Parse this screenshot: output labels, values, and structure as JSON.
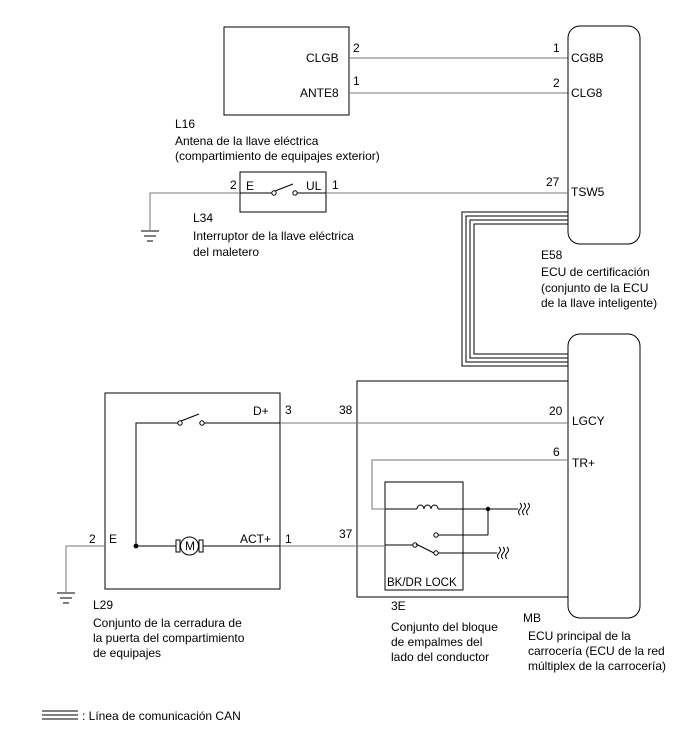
{
  "components": {
    "l16": {
      "code": "L16",
      "name_lines": [
        "Antena de la llave eléctrica",
        "(compartimiento de equipajes exterior)"
      ],
      "pins": [
        {
          "label": "CLGB",
          "num": "2"
        },
        {
          "label": "ANTE8",
          "num": "1"
        }
      ]
    },
    "l34": {
      "code": "L34",
      "name_lines": [
        "Interruptor de la llave eléctrica",
        "del maletero"
      ],
      "pin_left": {
        "label": "E",
        "num": "2"
      },
      "pin_right": {
        "label": "UL",
        "num": "1"
      }
    },
    "e58": {
      "code": "E58",
      "name_lines": [
        "ECU de certificación",
        "(conjunto de la ECU",
        "de la llave inteligente)"
      ],
      "pins": [
        {
          "label": "CG8B",
          "num": "1"
        },
        {
          "label": "CLG8",
          "num": "2"
        },
        {
          "label": "TSW5",
          "num": "27"
        }
      ]
    },
    "l29": {
      "code": "L29",
      "name_lines": [
        "Conjunto de la cerradura de",
        "la puerta del compartimiento",
        "de equipajes"
      ],
      "pins": [
        {
          "label": "D+",
          "num": "3"
        },
        {
          "label": "ACT+",
          "num": "1"
        },
        {
          "label": "E",
          "num": "2"
        }
      ],
      "motor_symbol": "M"
    },
    "3e": {
      "code": "3E",
      "name_lines": [
        "Conjunto del bloque",
        "de empalmes del",
        "lado del conductor"
      ],
      "pin_d": "38",
      "pin_act": "37",
      "relay_label": "BK/DR LOCK"
    },
    "mb": {
      "code": "MB",
      "name_lines": [
        "ECU principal de la",
        "carrocería (ECU de la red",
        "múltiplex de la carrocería)"
      ],
      "pins": [
        {
          "label": "LGCY",
          "num": "20"
        },
        {
          "label": "TR+",
          "num": "6"
        }
      ]
    }
  },
  "legend": {
    "text": ": Línea de comunicación CAN",
    "icon": "can-line-icon"
  }
}
